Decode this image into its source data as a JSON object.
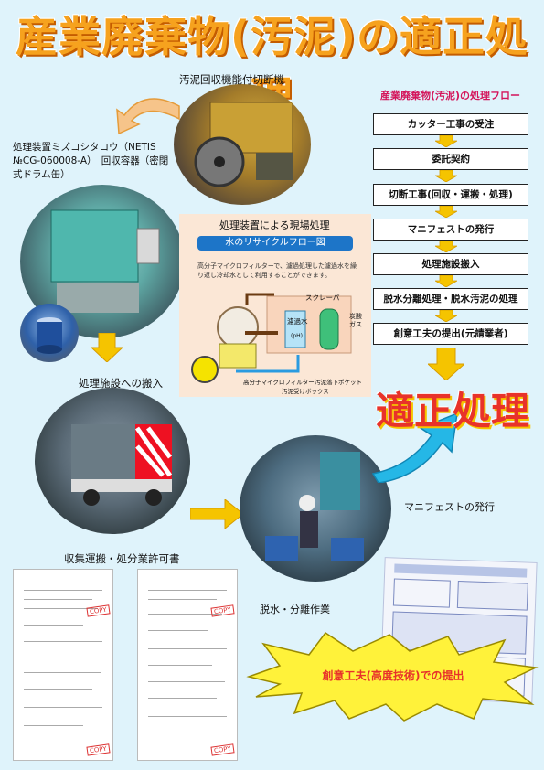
{
  "title": "産業廃棄物(汚泥)の適正処理",
  "labels": {
    "cutter": "汚泥回収機能付切断機",
    "device": "処理装置ミズコシタロウ（NETIS №CG-060008-A）　回収容器（密閉式ドラム缶）",
    "transport": "処理施設への搬入",
    "permit": "収集運搬・処分業許可書",
    "dewater": "脱水・分離作業",
    "manifest": "マニフェストの発行"
  },
  "site_panel": {
    "heading": "処理装置による現場処理",
    "banner": "水のリサイクルフロー図",
    "description": "高分子マイクロフィルターで、濾過処理した濾過水を繰り返し冷却水として利用することができます。",
    "diagram_labels": {
      "scraper": "スクレーパ",
      "filtered": "濾過水",
      "gas": "炭酸ガス",
      "ph": "(pH)",
      "filter": "高分子マイクロフィルター",
      "pocket": "汚泥落下ポケット",
      "box": "汚泥受けボックス"
    }
  },
  "flow": {
    "heading": "産業廃棄物(汚泥)の処理フロー",
    "steps": [
      "カッター工事の受注",
      "委託契約",
      "切断工事(回収・運搬・処理)",
      "マニフェストの発行",
      "処理施設搬入",
      "脱水分離処理・脱水汚泥の処理",
      "創意工夫の提出(元請業者)"
    ],
    "result": "適正処理"
  },
  "burst_text": "創意工夫(高度技術)での提出",
  "stamp_text": "COPY",
  "colors": {
    "background": "#dff3fb",
    "accent_orange": "#f6a21e",
    "arrow_yellow": "#f5c400",
    "flow_heading": "#d4145a",
    "result_red": "#e8322a",
    "burst_fill": "#fff23a"
  }
}
